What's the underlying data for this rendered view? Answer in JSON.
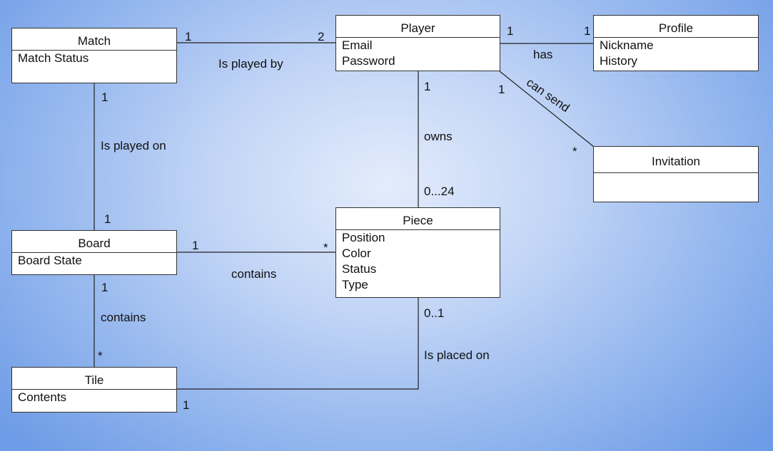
{
  "classes": {
    "match": {
      "name": "Match",
      "attributes": [
        "Match Status"
      ]
    },
    "player": {
      "name": "Player",
      "attributes": [
        "Email",
        "Password"
      ]
    },
    "profile": {
      "name": "Profile",
      "attributes": [
        "Nickname",
        "History"
      ]
    },
    "invitation": {
      "name": "Invitation",
      "attributes": []
    },
    "board": {
      "name": "Board",
      "attributes": [
        "Board State"
      ]
    },
    "piece": {
      "name": "Piece",
      "attributes": [
        "Position",
        "Color",
        "Status",
        "Type"
      ]
    },
    "tile": {
      "name": "Tile",
      "attributes": [
        "Contents"
      ]
    }
  },
  "associations": {
    "match_player": {
      "label": "Is played by",
      "mult_a": "1",
      "mult_b": "2"
    },
    "player_profile": {
      "label": "has",
      "mult_a": "1",
      "mult_b": "1"
    },
    "player_invitation": {
      "label": "can send",
      "mult_a": "1",
      "mult_b": "*"
    },
    "player_piece": {
      "label": "owns",
      "mult_a": "1",
      "mult_b": "0...24"
    },
    "match_board": {
      "label": "Is played on",
      "mult_a": "1",
      "mult_b": "1"
    },
    "board_piece": {
      "label": "contains",
      "mult_a": "1",
      "mult_b": "*"
    },
    "board_tile": {
      "label": "contains",
      "mult_a": "1",
      "mult_b": "*"
    },
    "piece_tile": {
      "label": "Is placed on",
      "mult_a": "0..1",
      "mult_b": "1"
    }
  }
}
